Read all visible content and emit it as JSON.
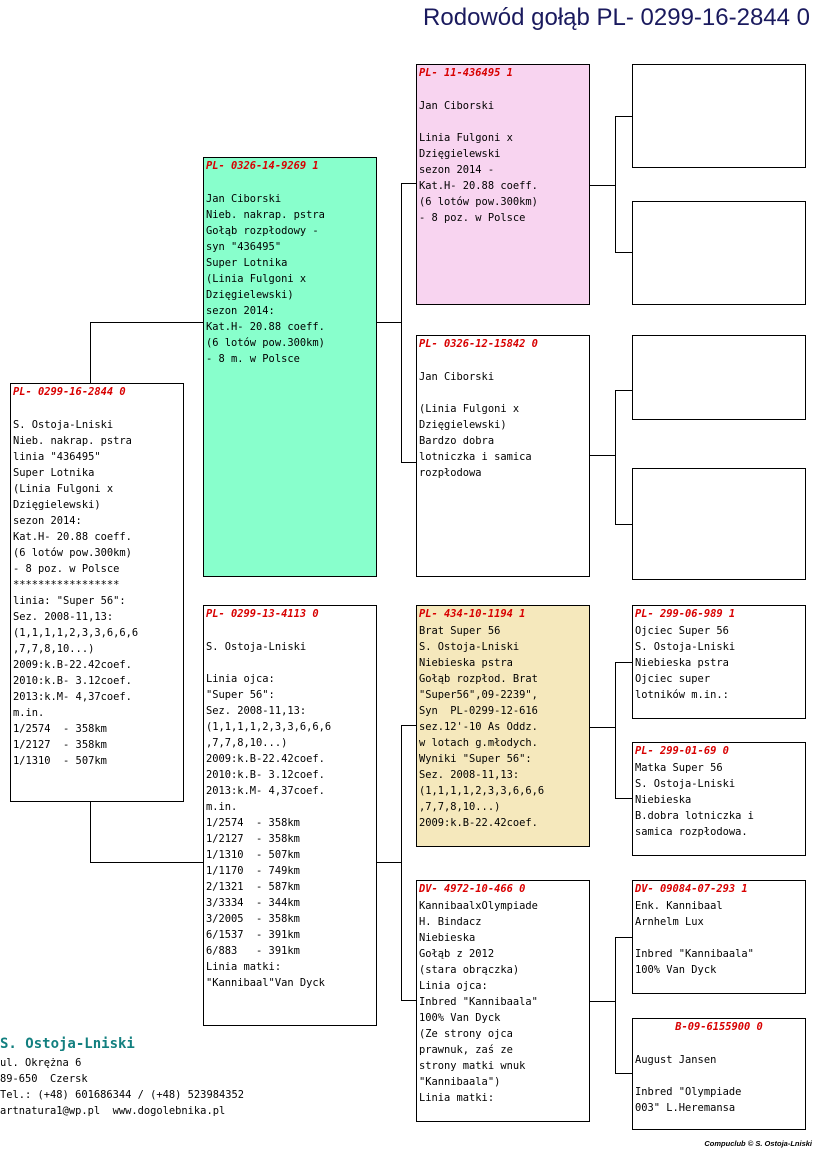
{
  "title": "Rodowód gołąb PL- 0299-16-2844 0",
  "pigeons": {
    "subject": {
      "ring": "PL- 0299-16-2844 0",
      "text": "\nS. Ostoja-Lniski\nNieb. nakrap. pstra\nlinia \"436495\"\nSuper Lotnika\n(Linia Fulgoni x\nDzięgielewski)\nsezon 2014:\nKat.H- 20.88 coeff.\n(6 lotów pow.300km)\n- 8 poz. w Polsce\n*****************\nlinia: \"Super 56\":\nSez. 2008-11,13:\n(1,1,1,1,2,3,3,6,6,6\n,7,7,8,10...)\n2009:k.B-22.42coef.\n2010:k.B- 3.12coef.\n2013:k.M- 4,37coef.\nm.in.\n1/2574  - 358km\n1/2127  - 358km\n1/1310  - 507km"
    },
    "father": {
      "ring": "PL- 0326-14-9269 1",
      "text": "\nJan Ciborski\nNieb. nakrap. pstra\nGołąb rozpłodowy -\nsyn \"436495\"\nSuper Lotnika\n(Linia Fulgoni x\nDzięgielewski)\nsezon 2014:\nKat.H- 20.88 coeff.\n(6 lotów pow.300km)\n- 8 m. w Polsce",
      "color": "#88ffcc"
    },
    "mother": {
      "ring": "PL- 0299-13-4113 0",
      "text": "\nS. Ostoja-Lniski\n\nLinia ojca:\n\"Super 56\":\nSez. 2008-11,13:\n(1,1,1,1,2,3,3,6,6,6\n,7,7,8,10...)\n2009:k.B-22.42coef.\n2010:k.B- 3.12coef.\n2013:k.M- 4,37coef.\nm.in.\n1/2574  - 358km\n1/2127  - 358km\n1/1310  - 507km\n1/1170  - 749km\n2/1321  - 587km\n3/3334  - 344km\n3/2005  - 358km\n6/1537  - 391km\n6/883   - 391km\nLinia matki:\n\"Kannibaal\"Van Dyck"
    },
    "ff": {
      "ring": "PL- 11-436495 1",
      "text": "\nJan Ciborski\n\nLinia Fulgoni x\nDzięgielewski\nsezon 2014 -\nKat.H- 20.88 coeff.\n(6 lotów pow.300km)\n- 8 poz. w Polsce",
      "color": "#f8d4f0"
    },
    "fm": {
      "ring": "PL- 0326-12-15842 0",
      "text": "\nJan Ciborski\n\n(Linia Fulgoni x\nDzięgielewski)\nBardzo dobra\nlotniczka i samica\nrozpłodowa"
    },
    "mf": {
      "ring": "PL- 434-10-1194 1",
      "text": "Brat Super 56\nS. Ostoja-Lniski\nNiebieska pstra\nGołąb rozpłod. Brat\n\"Super56\",09-2239\",\nSyn  PL-0299-12-616\nsez.12'-10 As Oddz.\nw lotach g.młodych.\nWyniki \"Super 56\":\nSez. 2008-11,13:\n(1,1,1,1,2,3,3,6,6,6\n,7,7,8,10...)\n2009:k.B-22.42coef.",
      "color": "#f5e8bc"
    },
    "mm": {
      "ring": "DV- 4972-10-466 0",
      "text": "KannibaalxOlympiade\nH. Bindacz\nNiebieska\nGołąb z 2012\n(stara obrączka)\nLinia ojca:\nInbred \"Kannibaala\"\n100% Van Dyck\n(Ze strony ojca\nprawnuk, zaś ze\nstrony matki wnuk\n\"Kannibaala\")\nLinia matki:"
    },
    "mff": {
      "ring": "PL- 299-06-989 1",
      "text": "Ojciec Super 56\nS. Ostoja-Lniski\nNiebieska pstra\nOjciec super\nlotników m.in.:"
    },
    "mfm": {
      "ring": "PL- 299-01-69 0",
      "text": "Matka Super 56\nS. Ostoja-Lniski\nNiebieska\nB.dobra lotniczka i\nsamica rozpłodowa."
    },
    "mmf": {
      "ring": "DV- 09084-07-293 1",
      "text": "Enk. Kannibaal\nArnhelm Lux\n\nInbred \"Kannibaala\"\n100% Van Dyck"
    },
    "mmm": {
      "ring": "B-09-6155900 0",
      "text": "\nAugust Jansen\n\nInbred \"Olympiade\n003\" L.Heremansa"
    }
  },
  "breeder": {
    "name": "S. Ostoja-Lniski",
    "address": "ul. Okrężna 6",
    "city": "89-650  Czersk",
    "phone": "Tel.: (+48) 601686344 / (+48) 523984352",
    "contact": "artnatura1@wp.pl  www.dogolebnika.pl"
  },
  "credit": "Compuclub © S. Ostoja-Lniski",
  "colors": {
    "ring": "#d80000",
    "title": "#1a1a5e",
    "breeder_name": "#127f7f"
  }
}
